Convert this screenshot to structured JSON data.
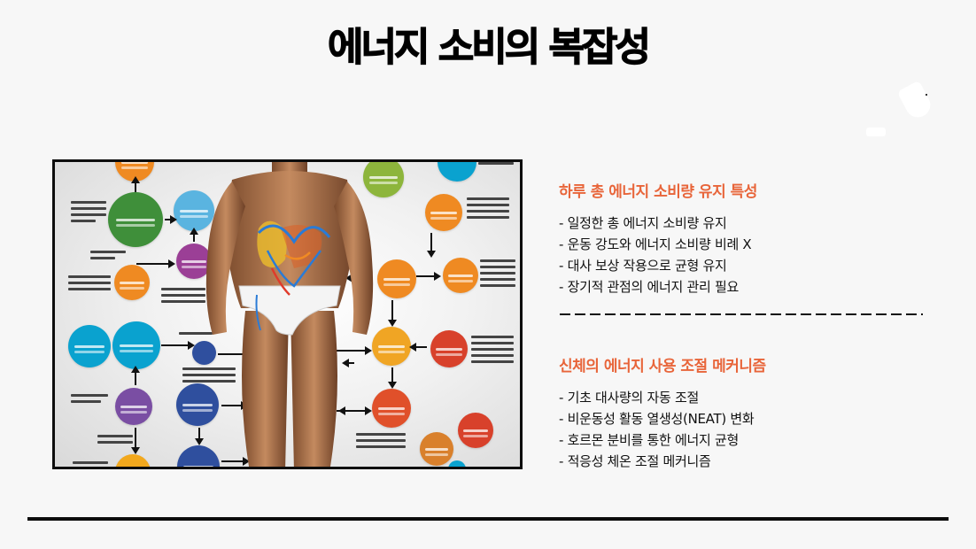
{
  "slide": {
    "title": "에너지 소비의 복잡성"
  },
  "illustration": {
    "alt": "Muscular human figure surrounded by a flowchart of colored circular nodes connected by arrows, representing metabolic energy pathways",
    "colors": {
      "orange": "#ef8a22",
      "green": "#3f8f3a",
      "light_blue": "#5ab4e0",
      "purple": "#9b3f96",
      "cyan": "#0aa2cf",
      "violet": "#7a4ea3",
      "navy": "#2f4f9e",
      "yellow": "#f2a81d",
      "lime": "#8db53c",
      "amber": "#f0a524",
      "red": "#d8412b",
      "red_orange": "#e0502a",
      "brown_orange": "#d9802c",
      "border": "#0d0d0d"
    }
  },
  "sections": [
    {
      "heading": "하루 총 에너지 소비량 유지 특성",
      "items": [
        "- 일정한 총 에너지 소비량 유지",
        "- 운동 강도와 에너지 소비량 비례 X",
        "- 대사 보상 작용으로 균형 유지",
        "- 장기적 관점의 에너지 관리 필요"
      ]
    },
    {
      "heading": "신체의 에너지 사용 조절 메커니즘",
      "items": [
        "- 기초 대사량의 자동 조절",
        "- 비운동성 활동 열생성(NEAT) 변화",
        "- 호르몬 분비를 통한 에너지 균형",
        "- 적응성 체온 조절 메커니즘"
      ]
    }
  ],
  "theme": {
    "accent": "#e8653a",
    "text": "#111111",
    "background": "#f7f7f7"
  }
}
